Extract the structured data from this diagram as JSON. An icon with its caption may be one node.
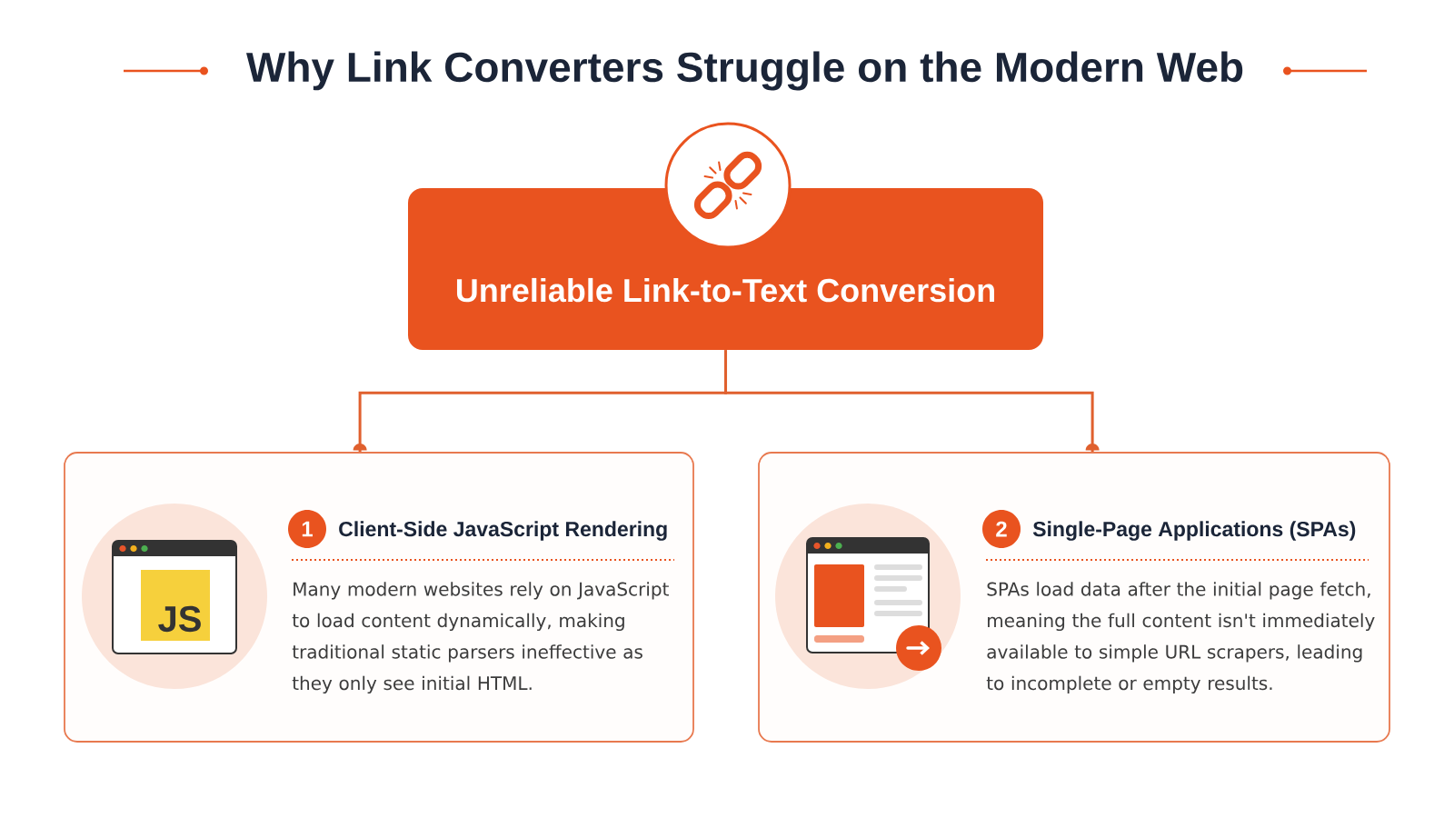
{
  "diagram": {
    "title": "Why Link Converters Struggle on the Modern Web",
    "nodes": [
      {
        "text": [
          "Unreliable Link-to-Text Conversion"
        ]
      },
      {
        "text": [
          "Client-Side JavaScript Rendering",
          "Many modern websites rely on JavaScript to load content dynamically, making traditional static parsers ineffective as they only see initial HTML."
        ]
      },
      {
        "text": [
          "1"
        ],
        "in": 1
      },
      {
        "text": [
          "Single-Page Applications (SPAs)",
          "SPAs load data after the initial page fetch, meaning the full content isn't immediately available to simple URL scrapers, leading to incomplete or empty results."
        ]
      },
      {
        "text": [
          "2"
        ],
        "in": 3
      }
    ],
    "edges": [
      {
        "from": 0,
        "to": 1,
        "arrow": "other"
      },
      {
        "from": 0,
        "to": 3,
        "arrow": "other"
      }
    ],
    "labels": [
      "JS"
    ]
  }
}
